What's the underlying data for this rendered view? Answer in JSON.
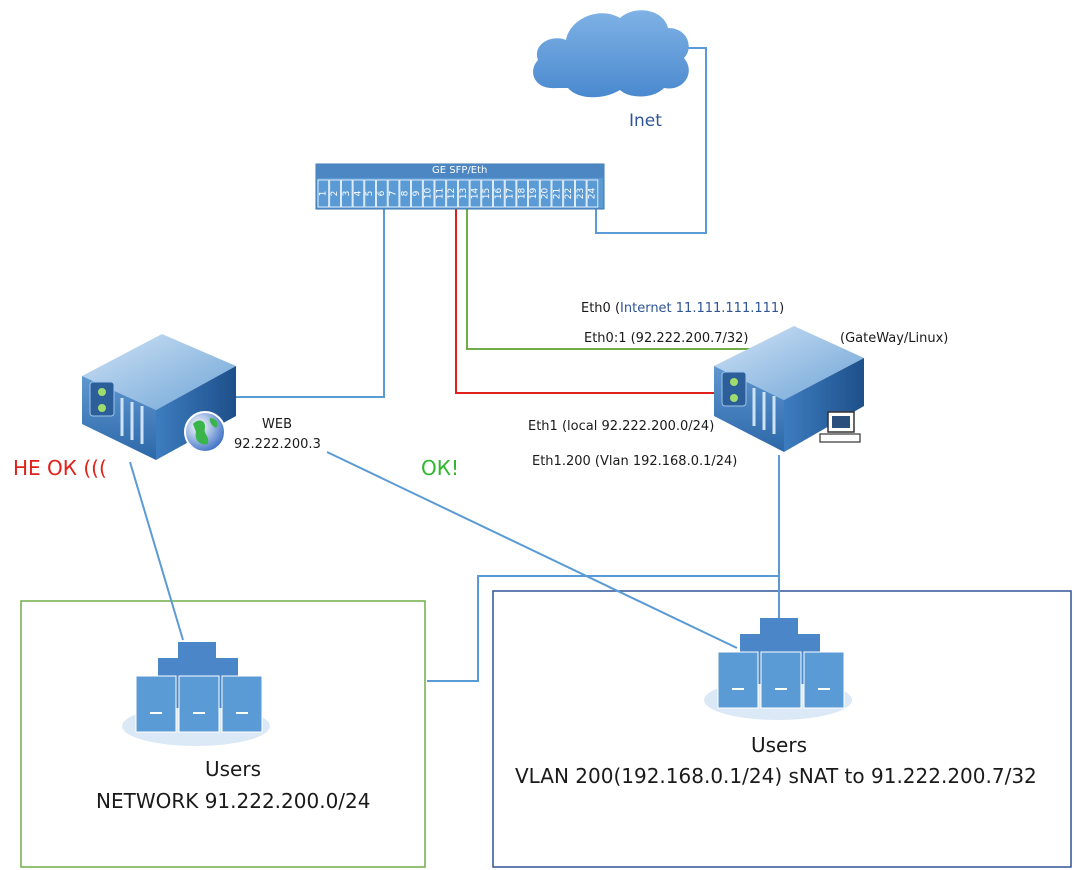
{
  "colors": {
    "link_blue": "#5b9bd5",
    "link_red": "#e0201b",
    "link_green": "#70ad47",
    "box_green": "#70ad47",
    "box_blue": "#2f5597",
    "ok_green": "#2eb82e",
    "fail_red": "#e0201b"
  },
  "switch": {
    "title": "GE SFP/Eth",
    "ports": [
      "1",
      "2",
      "3",
      "4",
      "5",
      "6",
      "7",
      "8",
      "9",
      "10",
      "11",
      "12",
      "13",
      "14",
      "15",
      "16",
      "17",
      "18",
      "19",
      "20",
      "21",
      "22",
      "23",
      "24"
    ]
  },
  "cloud": {
    "label": "Inet",
    "icon": "cloud-icon"
  },
  "web_server": {
    "name": "WEB",
    "ip": "92.222.200.3",
    "icon": "server-globe-icon"
  },
  "gateway": {
    "name": "(GateWay/Linux)",
    "icon": "server-workstation-icon",
    "eth0_prefix": "Eth0 (",
    "eth0_value": "Internet 11.111.111.111",
    "eth0_suffix": ")",
    "eth0_1": "Eth0:1 (92.222.200.7/32)",
    "eth1": "Eth1 (local 92.222.200.0/24)",
    "eth1_200": "Eth1.200 (Vlan 192.168.0.1/24)"
  },
  "status": {
    "fail": "НЕ ОК (((",
    "ok": "ОК!"
  },
  "left_network": {
    "title": "Users",
    "subtitle": "NETWORK 91.222.200.0/24",
    "icon": "user-servers-icon"
  },
  "right_network": {
    "title": "Users",
    "subtitle": "VLAN 200(192.168.0.1/24) sNAT to 91.222.200.7/32",
    "icon": "user-servers-icon"
  }
}
